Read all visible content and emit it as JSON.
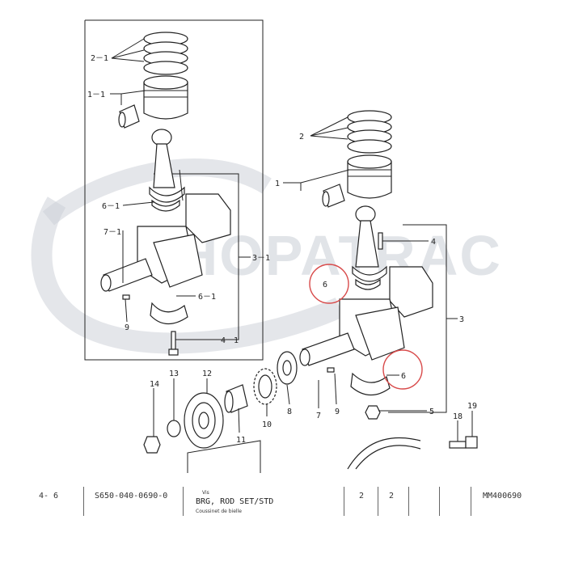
{
  "watermark": {
    "text": "SHOPATRAC"
  },
  "callouts": {
    "c2_1": "2－1",
    "c1_1": "1－1",
    "c6_1a": "6－1",
    "c7_1": "7－1",
    "c3_1": "3－1",
    "c6_1b": "6－1",
    "c9a": "9",
    "c4_1": "4－1",
    "c2": "2",
    "c1": "1",
    "c4": "4",
    "c6a": "6",
    "c3": "3",
    "c6b": "6",
    "c5": "5",
    "c7": "7",
    "c8": "8",
    "c9b": "9",
    "c10": "10",
    "c11": "11",
    "c12": "12",
    "c13": "13",
    "c14": "14",
    "c18": "18",
    "c19": "19"
  },
  "highlights": {
    "color": "#d84a4a"
  },
  "parts_row": {
    "ref": "4- 6",
    "part_number": "S650-040-0690-0",
    "desc_top": "Vis",
    "description": "BRG, ROD SET/STD",
    "desc_bottom": "Coussinet de bielle",
    "qty1": "2",
    "qty2": "2",
    "code": "MM400690"
  }
}
